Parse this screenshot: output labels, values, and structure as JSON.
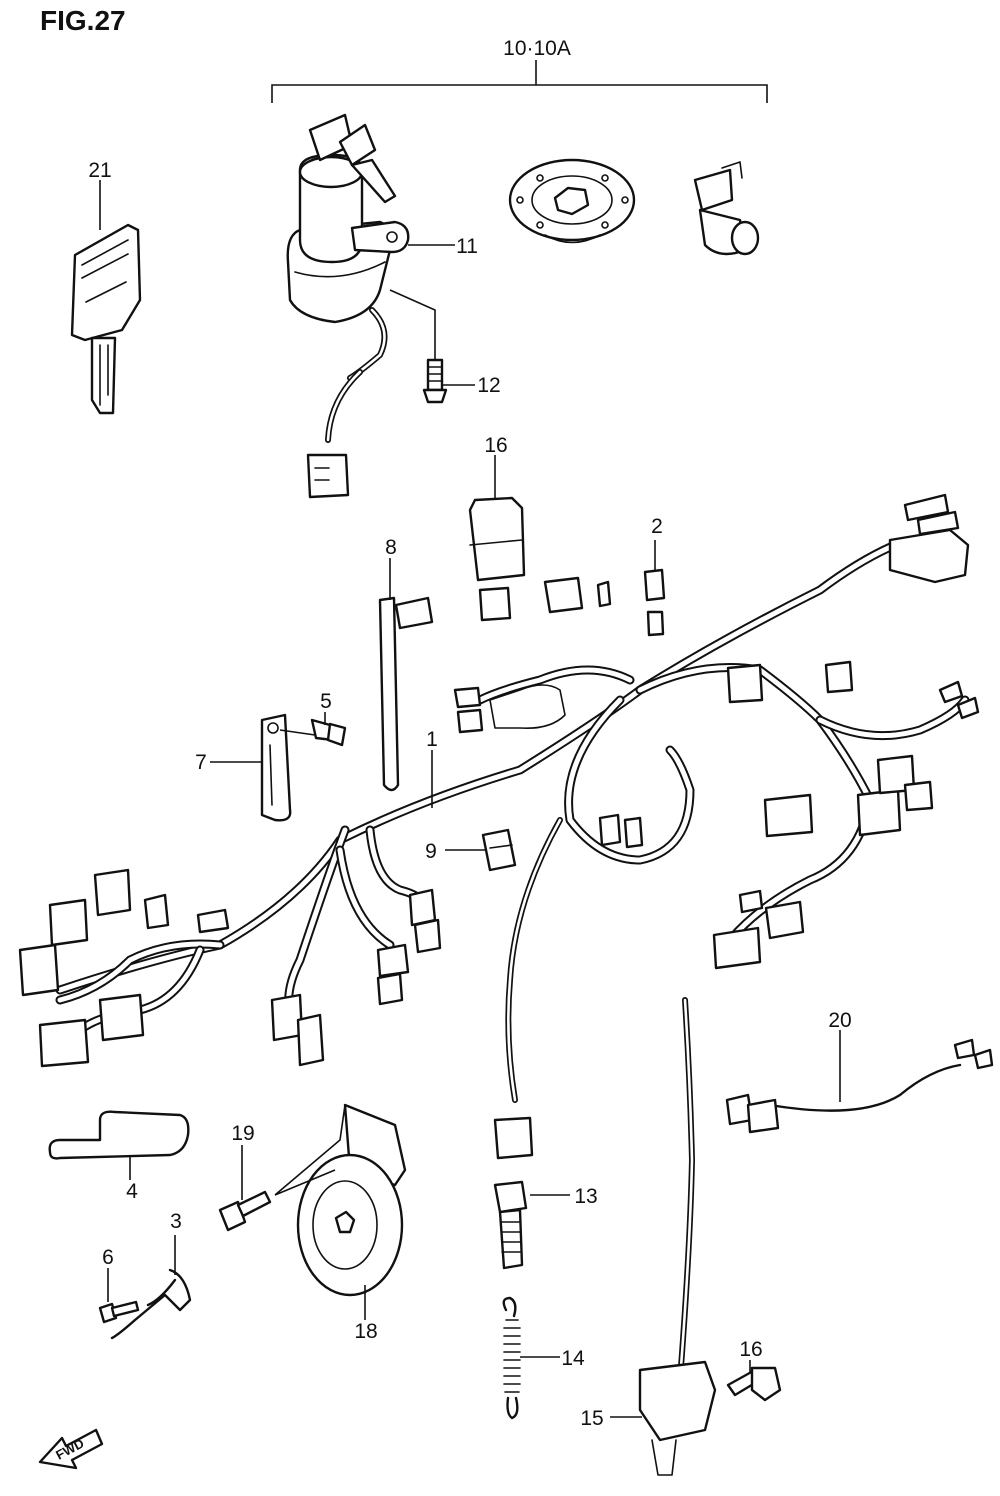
{
  "figure": {
    "title": "FIG.27",
    "assembly_label": "10·10A",
    "direction_label": "FWD"
  },
  "callouts": [
    {
      "id": "c1",
      "label": "1"
    },
    {
      "id": "c2",
      "label": "2"
    },
    {
      "id": "c3",
      "label": "3"
    },
    {
      "id": "c4",
      "label": "4"
    },
    {
      "id": "c5",
      "label": "5"
    },
    {
      "id": "c6",
      "label": "6"
    },
    {
      "id": "c7",
      "label": "7"
    },
    {
      "id": "c8",
      "label": "8"
    },
    {
      "id": "c9",
      "label": "9"
    },
    {
      "id": "c11",
      "label": "11"
    },
    {
      "id": "c12",
      "label": "12"
    },
    {
      "id": "c13",
      "label": "13"
    },
    {
      "id": "c14",
      "label": "14"
    },
    {
      "id": "c15",
      "label": "15"
    },
    {
      "id": "c16a",
      "label": "16"
    },
    {
      "id": "c16b",
      "label": "16"
    },
    {
      "id": "c18",
      "label": "18"
    },
    {
      "id": "c19",
      "label": "19"
    },
    {
      "id": "c20",
      "label": "20"
    },
    {
      "id": "c21",
      "label": "21"
    }
  ]
}
